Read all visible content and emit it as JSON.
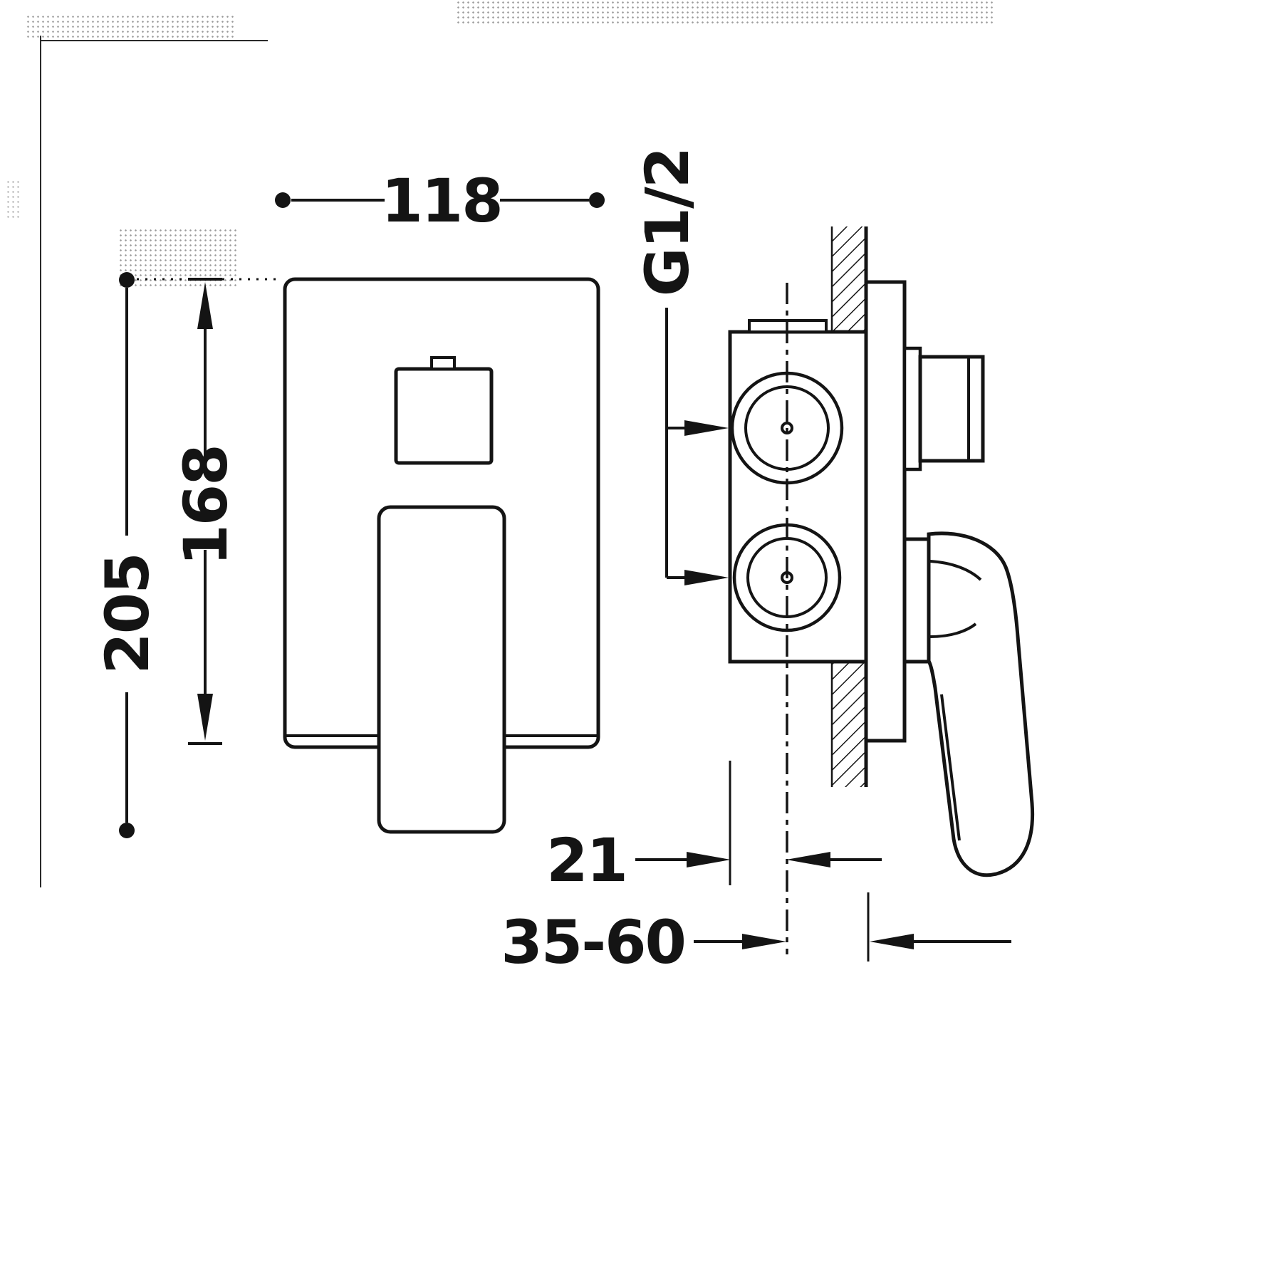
{
  "diagram": {
    "background_color": "#ffffff",
    "line_color": "#141414",
    "labels": {
      "width_mm": "118",
      "thread_size": "G1/2",
      "plate_height_mm": "168",
      "overall_height_mm": "205",
      "offset_mm": "21",
      "install_depth_range_mm": "35-60"
    }
  }
}
